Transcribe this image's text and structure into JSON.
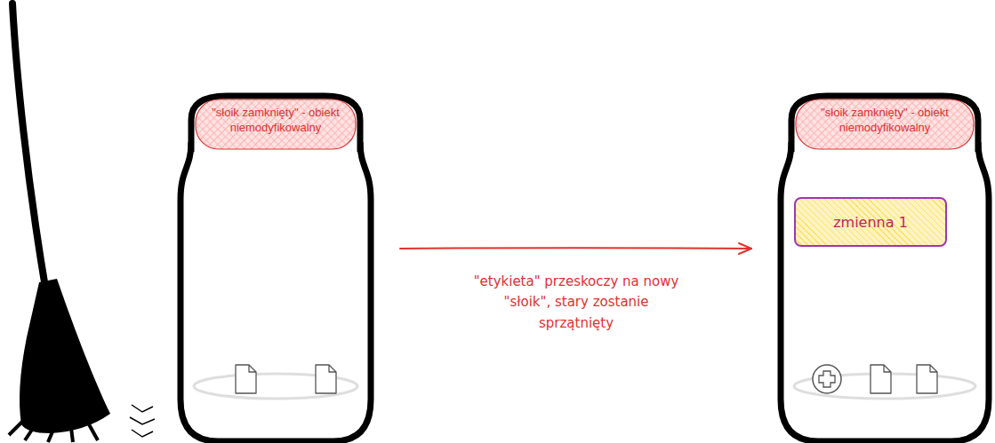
{
  "diagram": {
    "nodes": [
      {
        "text": [
          "\"słoik zamknięty\" - obiekt niemodyfikowalny"
        ]
      },
      {
        "text": [
          "\"słoik zamknięty\" - obiekt niemodyfikowalny"
        ]
      },
      {
        "text": [
          "zmienna 1"
        ],
        "in": 1
      }
    ],
    "edges": [
      {
        "from": 0,
        "to": 1,
        "arrow": "to",
        "label": "\"etykieta\" przeskoczy na nowy \"słoik\", stary zostanie sprzątnięty"
      }
    ]
  }
}
